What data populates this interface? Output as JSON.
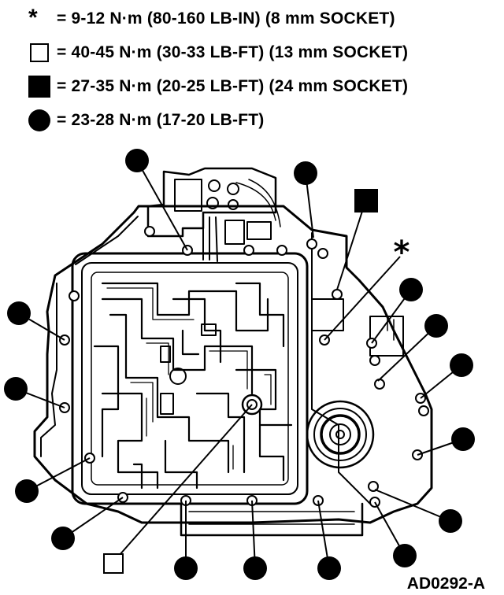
{
  "legend": [
    {
      "symbol": "asterisk",
      "text": "= 9-12 N·m (80-160 LB-IN) (8 mm SOCKET)"
    },
    {
      "symbol": "open-square",
      "text": "= 40-45 N·m (30-33 LB-FT) (13 mm SOCKET)"
    },
    {
      "symbol": "solid-square",
      "text": "= 27-35 N·m (20-25 LB-FT) (24 mm SOCKET)"
    },
    {
      "symbol": "solid-circle",
      "text": "= 23-28 N·m (17-20 LB-FT)"
    }
  ],
  "callouts": {
    "asterisk_glyph": "*",
    "solid_circle_count": 15,
    "open_square_count": 1,
    "solid_square_count": 1,
    "asterisk_count": 1
  },
  "figure_id": "AD0292-A"
}
